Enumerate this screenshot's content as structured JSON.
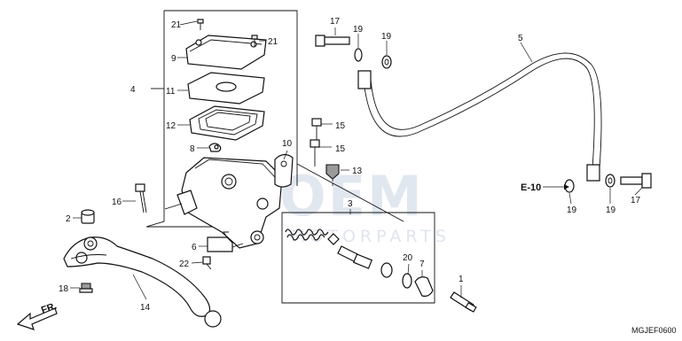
{
  "callouts": {
    "c1": "1",
    "c2": "2",
    "c3": "3",
    "c4": "4",
    "c5": "5",
    "c6": "6",
    "c7": "7",
    "c8": "8",
    "c9": "9",
    "c10": "10",
    "c11": "11",
    "c12": "12",
    "c13": "13",
    "c14": "14",
    "c15a": "15",
    "c15b": "15",
    "c16": "16",
    "c17a": "17",
    "c17b": "17",
    "c18": "18",
    "c19a": "19",
    "c19b": "19",
    "c19c": "19",
    "c19d": "19",
    "c20": "20",
    "c21a": "21",
    "c21b": "21",
    "c22": "22"
  },
  "reference_label": "E-10",
  "front_arrow_label": "FR.",
  "diagram_code": "MGJEF0600",
  "watermark": {
    "main": "OEM",
    "sub": "MOTORPARTS"
  },
  "colors": {
    "line": "#111111",
    "watermark": "#c9d4e2",
    "background": "#ffffff"
  }
}
